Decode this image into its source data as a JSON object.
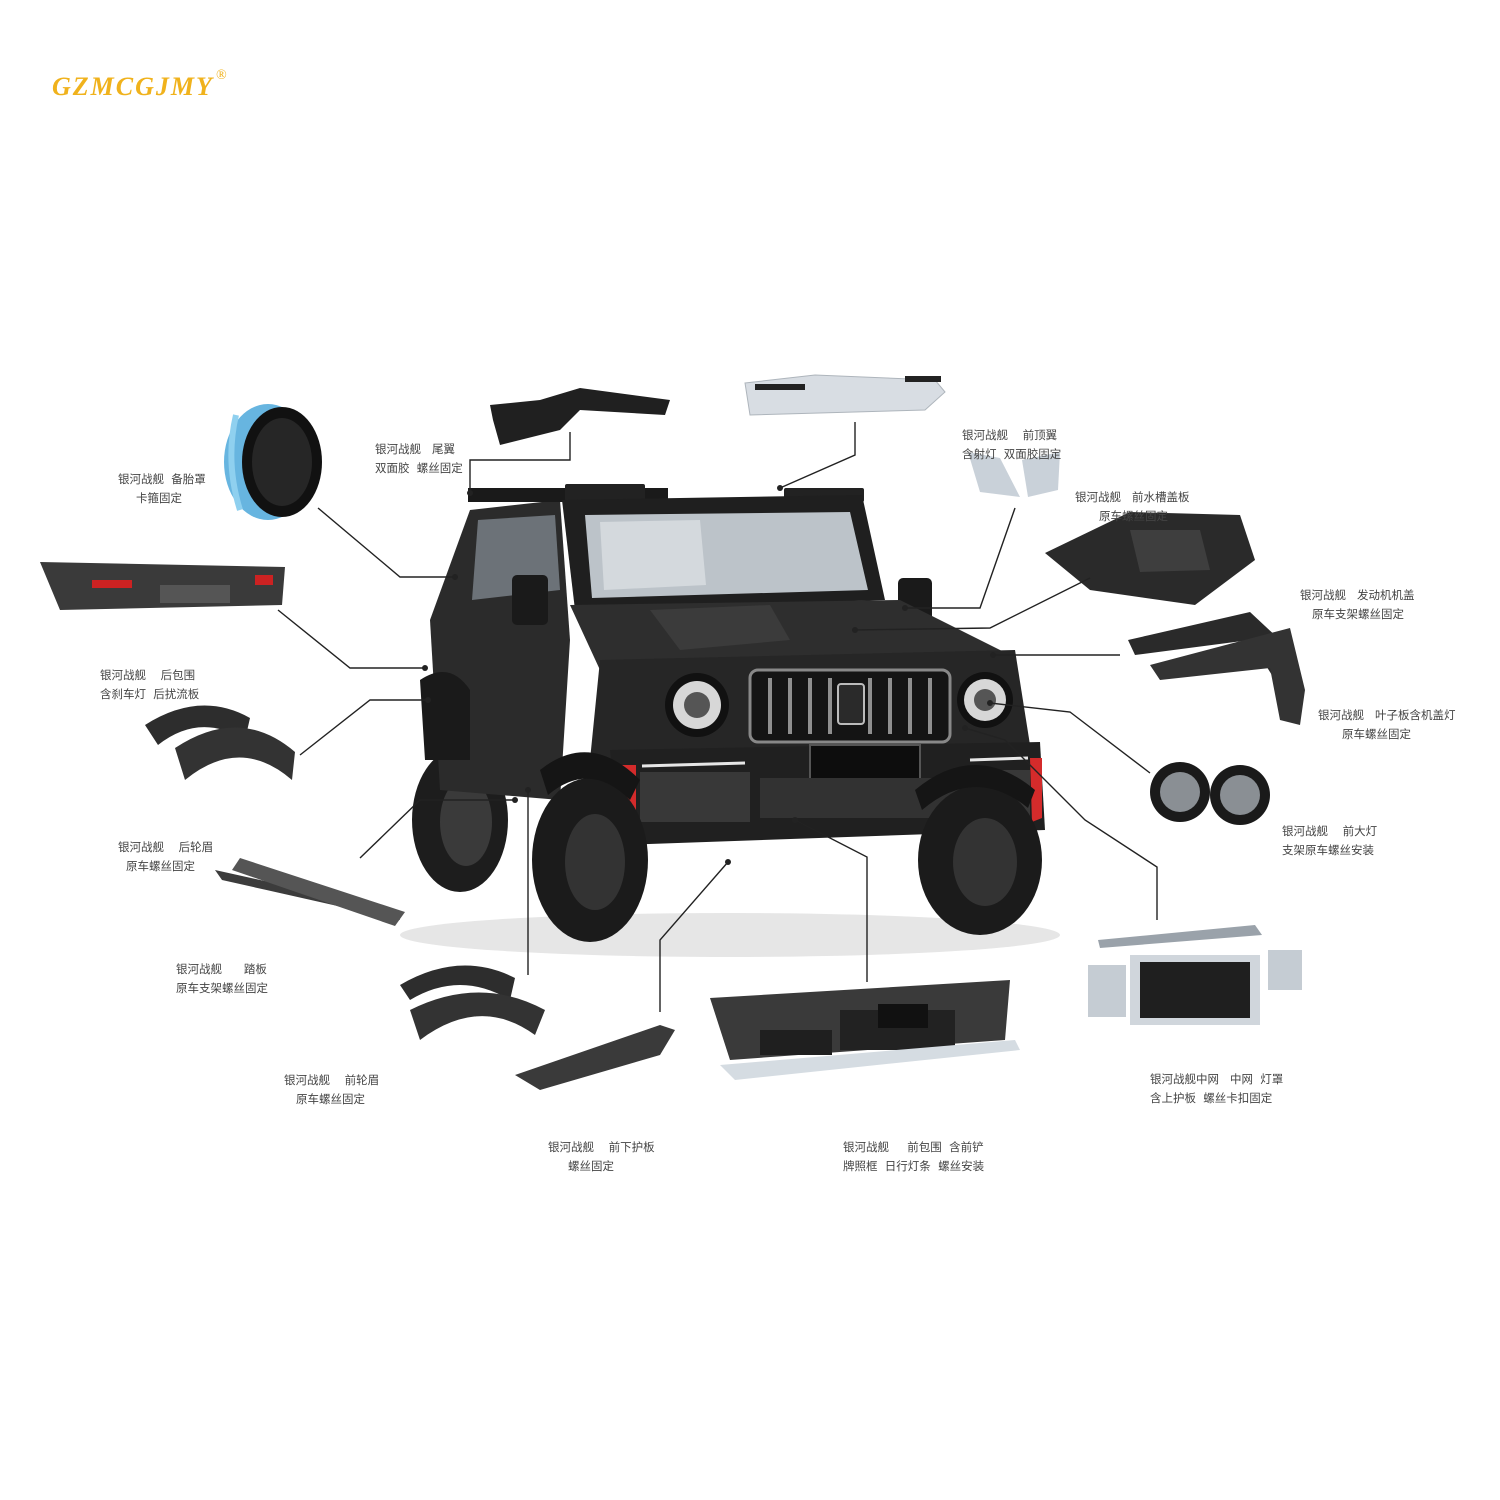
{
  "brand": {
    "name": "GZMCGJMY",
    "registered_mark": "®",
    "color": "#f0b21c"
  },
  "parts": [
    {
      "id": "spare-tire-cover",
      "line1": "银河战舰  备胎罩",
      "line2": "卡箍固定"
    },
    {
      "id": "rear-spoiler",
      "line1": "银河战舰   尾翼",
      "line2": "双面胶  螺丝固定"
    },
    {
      "id": "roof-wing",
      "line1": "银河战舰    前顶翼",
      "line2": "含射灯  双面胶固定"
    },
    {
      "id": "cowl-cover",
      "line1": "银河战舰   前水槽盖板",
      "line2": "原车螺丝固定"
    },
    {
      "id": "hood",
      "line1": "银河战舰   发动机机盖",
      "line2": "原车支架螺丝固定"
    },
    {
      "id": "rear-bumper",
      "line1": "银河战舰    后包围",
      "line2": "含刹车灯  后扰流板"
    },
    {
      "id": "front-fenders",
      "line1": "银河战舰   叶子板含机盖灯",
      "line2": "原车螺丝固定"
    },
    {
      "id": "rear-wheel-arches",
      "line1": "银河战舰    后轮眉",
      "line2": "原车螺丝固定"
    },
    {
      "id": "headlights",
      "line1": "银河战舰    前大灯",
      "line2": "支架原车螺丝安装"
    },
    {
      "id": "side-steps",
      "line1": "银河战舰      踏板",
      "line2": "原车支架螺丝固定"
    },
    {
      "id": "grille",
      "line1": "银河战舰中网   中网  灯罩",
      "line2": "含上护板  螺丝卡扣固定"
    },
    {
      "id": "front-wheel-arches",
      "line1": "银河战舰    前轮眉",
      "line2": "原车螺丝固定"
    },
    {
      "id": "front-skid-plate",
      "line1": "银河战舰    前下护板",
      "line2": "螺丝固定"
    },
    {
      "id": "front-bumper",
      "line1": "银河战舰     前包围  含前铲",
      "line2": "牌照框  日行灯条  螺丝安装"
    }
  ]
}
